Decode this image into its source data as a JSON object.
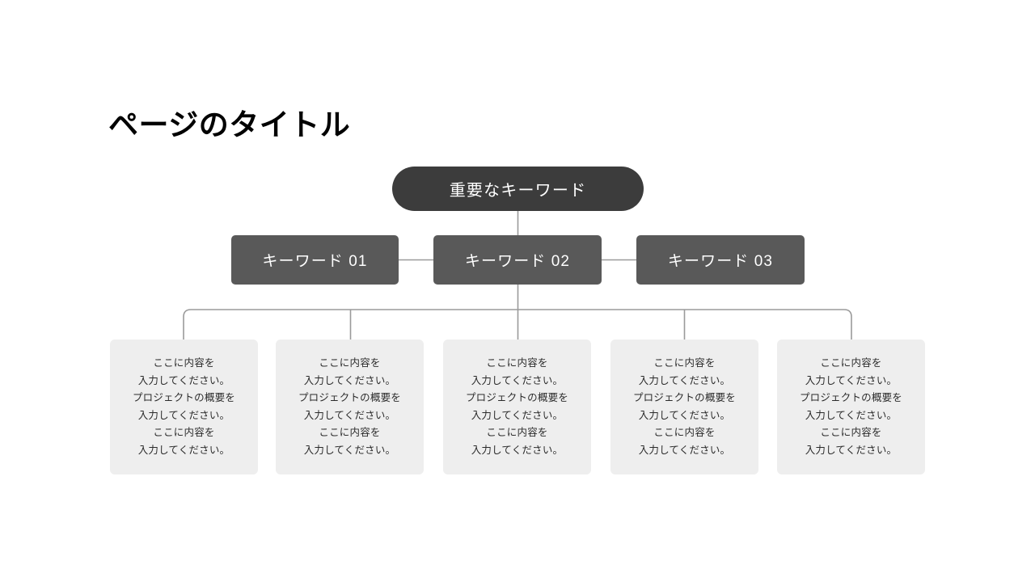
{
  "slide": {
    "title": "ページのタイトル",
    "background_color": "#ffffff"
  },
  "diagram": {
    "type": "org-tree",
    "connector_color": "#9a9a9a",
    "root": {
      "label": "重要なキーワード",
      "fill_color": "#3c3c3c",
      "text_color": "#ffffff",
      "shape": "pill"
    },
    "level2": [
      {
        "label": "キーワード 01",
        "fill_color": "#595959",
        "text_color": "#ffffff"
      },
      {
        "label": "キーワード 02",
        "fill_color": "#595959",
        "text_color": "#ffffff"
      },
      {
        "label": "キーワード 03",
        "fill_color": "#595959",
        "text_color": "#ffffff"
      }
    ],
    "cards": [
      {
        "text": "ここに内容を\n入力してください。\nプロジェクトの概要を\n入力してください。\nここに内容を\n入力してください。",
        "fill_color": "#eeeeee",
        "text_color": "#2b2b2b"
      },
      {
        "text": "ここに内容を\n入力してください。\nプロジェクトの概要を\n入力してください。\nここに内容を\n入力してください。",
        "fill_color": "#eeeeee",
        "text_color": "#2b2b2b"
      },
      {
        "text": "ここに内容を\n入力してください。\nプロジェクトの概要を\n入力してください。\nここに内容を\n入力してください。",
        "fill_color": "#eeeeee",
        "text_color": "#2b2b2b"
      },
      {
        "text": "ここに内容を\n入力してください。\nプロジェクトの概要を\n入力してください。\nここに内容を\n入力してください。",
        "fill_color": "#eeeeee",
        "text_color": "#2b2b2b"
      },
      {
        "text": "ここに内容を\n入力してください。\nプロジェクトの概要を\n入力してください。\nここに内容を\n入力してください。",
        "fill_color": "#eeeeee",
        "text_color": "#2b2b2b"
      }
    ]
  }
}
